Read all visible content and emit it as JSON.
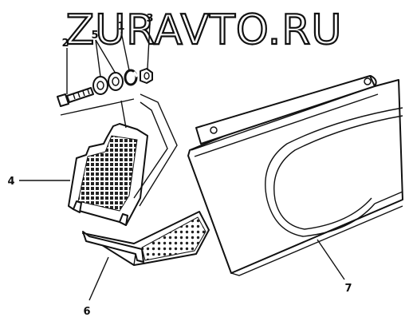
{
  "watermark": "ZURAVTO.RU",
  "callouts": {
    "c1": "1",
    "c2": "2",
    "c3": "3",
    "c4": "4",
    "c5": "5",
    "c6": "6",
    "c7": "7"
  }
}
